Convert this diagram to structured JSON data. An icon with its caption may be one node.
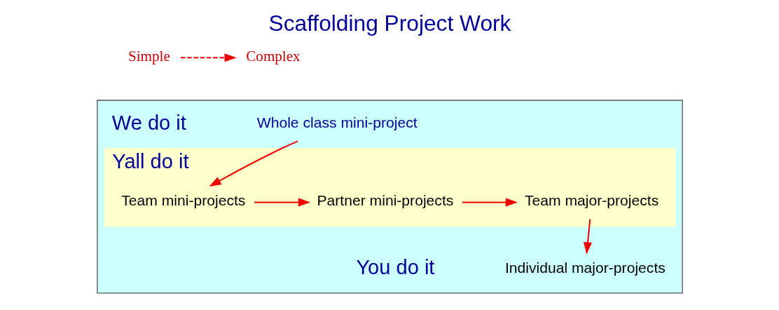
{
  "diagram": {
    "title": "Scaffolding Project Work",
    "nodes": [
      {
        "text": [
          "Simple"
        ]
      },
      {
        "text": [
          "Complex"
        ]
      },
      {
        "text": [],
        "shape": "box"
      },
      {
        "text": [
          "Yall do it"
        ],
        "in": 2
      },
      {
        "text": [
          "Whole class mini-project"
        ],
        "in": 2
      },
      {
        "text": [
          "Team mini-projects"
        ],
        "in": 3
      },
      {
        "text": [
          "Partner mini-projects"
        ],
        "in": 3
      },
      {
        "text": [
          "Team major-projects"
        ],
        "in": 3
      },
      {
        "text": [
          "Individual major-projects"
        ],
        "in": 2
      }
    ],
    "edges": [
      {
        "from": 0,
        "to": 1,
        "arrow": "to",
        "style": "dashed"
      },
      {
        "from": 4,
        "to": 5,
        "arrow": "to"
      },
      {
        "from": 5,
        "to": 6,
        "arrow": "to"
      },
      {
        "from": 6,
        "to": 7,
        "arrow": "to"
      },
      {
        "from": 7,
        "to": 8,
        "arrow": "to"
      }
    ],
    "labels": [
      "We do it",
      "You do it"
    ]
  }
}
